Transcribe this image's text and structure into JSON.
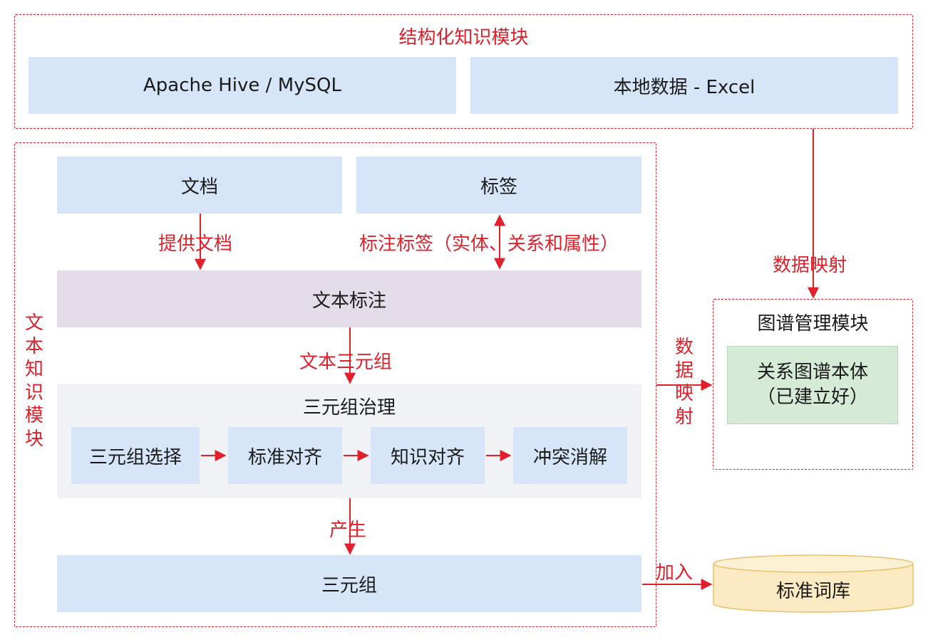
{
  "structured_module": {
    "title": "结构化知识模块",
    "left": "Apache Hive / MySQL",
    "right": "本地数据 - Excel"
  },
  "text_module": {
    "title_chars": [
      "文",
      "本",
      "知",
      "识",
      "模",
      "块"
    ],
    "doc": "文档",
    "tag": "标签",
    "provide_doc_label": "提供文档",
    "annotate_tags_label": "标注标签（实体、关系和属性）",
    "text_annotation": "文本标注",
    "text_triple_label": "文本三元组",
    "governance": {
      "title": "三元组治理",
      "steps": [
        "三元组选择",
        "标准对齐",
        "知识对齐",
        "冲突消解"
      ]
    },
    "produce_label": "产生",
    "triples": "三元组"
  },
  "graph_module": {
    "title": "图谱管理模块",
    "ontology_line1": "关系图谱本体",
    "ontology_line2": "（已建立好）",
    "data_mapping_top": "数据映射",
    "data_mapping_side_chars": [
      "数",
      "据",
      "映",
      "射"
    ]
  },
  "vocab": {
    "add_label": "加入",
    "name": "标准词库"
  },
  "colors": {
    "accent_red": "#e0202a",
    "box_blue": "#d7e5f8",
    "box_purple": "#e4dde9",
    "box_green": "#d6ead8",
    "cylinder_yellow": "#fbeac2"
  }
}
